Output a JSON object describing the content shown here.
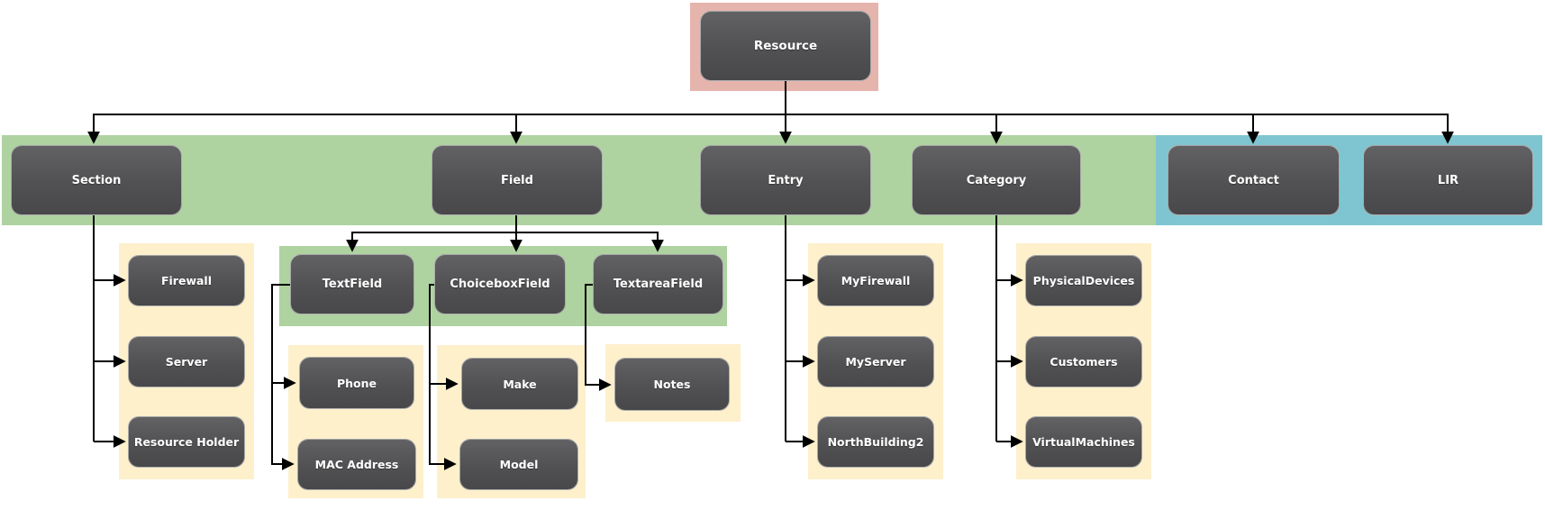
{
  "diagram": {
    "type": "tree",
    "root": "Resource",
    "hierarchy": {
      "Resource": [
        "Section",
        "Field",
        "Entry",
        "Category",
        "Contact",
        "LIR"
      ],
      "Section": [
        "Firewall",
        "Server",
        "Resource Holder"
      ],
      "Field": [
        "TextField",
        "ChoiceboxField",
        "TextareaField"
      ],
      "TextField": [
        "Phone",
        "MAC Address"
      ],
      "ChoiceboxField": [
        "Make",
        "Model"
      ],
      "TextareaField": [
        "Notes"
      ],
      "Entry": [
        "MyFirewall",
        "MyServer",
        "NorthBuilding2"
      ],
      "Category": [
        "PhysicalDevices",
        "Customers",
        "VirtualMachines"
      ]
    },
    "nodes": {
      "resource": {
        "label": "Resource"
      },
      "section": {
        "label": "Section"
      },
      "field": {
        "label": "Field"
      },
      "entry": {
        "label": "Entry"
      },
      "category": {
        "label": "Category"
      },
      "contact": {
        "label": "Contact"
      },
      "lir": {
        "label": "LIR"
      },
      "firewall": {
        "label": "Firewall"
      },
      "server": {
        "label": "Server"
      },
      "resource_holder": {
        "label": "Resource Holder"
      },
      "textfield": {
        "label": "TextField"
      },
      "choiceboxfield": {
        "label": "ChoiceboxField"
      },
      "textareafield": {
        "label": "TextareaField"
      },
      "phone": {
        "label": "Phone"
      },
      "mac_address": {
        "label": "MAC Address"
      },
      "make": {
        "label": "Make"
      },
      "model": {
        "label": "Model"
      },
      "notes": {
        "label": "Notes"
      },
      "myfirewall": {
        "label": "MyFirewall"
      },
      "myserver": {
        "label": "MyServer"
      },
      "northbuilding2": {
        "label": "NorthBuilding2"
      },
      "physicaldevices": {
        "label": "PhysicalDevices"
      },
      "customers": {
        "label": "Customers"
      },
      "virtualmachines": {
        "label": "VirtualMachines"
      }
    },
    "colors": {
      "root_band": "#e5b4ac",
      "green_band": "#aed3a0",
      "blue_band": "#7fc5d1",
      "yellow_band": "#fdf0cb",
      "node_fill_top": "#626264",
      "node_fill_bottom": "#48484a",
      "node_text": "#ffffff",
      "connector": "#000000"
    }
  }
}
